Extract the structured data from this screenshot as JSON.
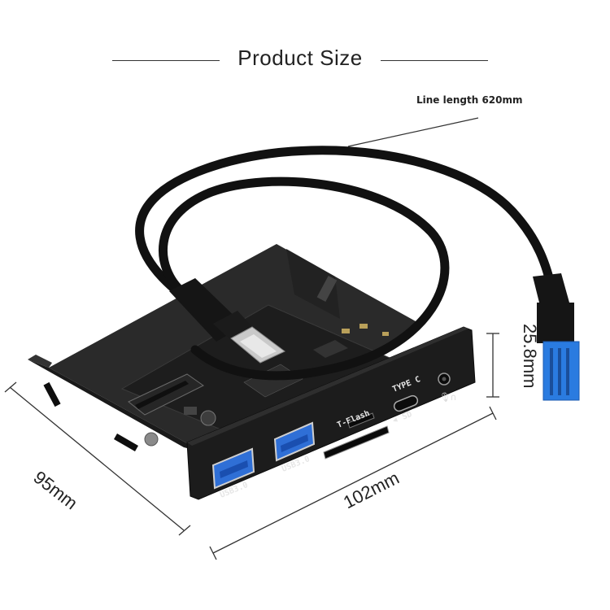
{
  "header": {
    "title": "Product Size"
  },
  "cable": {
    "length_label": "Line length 620mm"
  },
  "dimensions": {
    "depth": "95mm",
    "width": "102mm",
    "height": "25.8mm"
  },
  "panel": {
    "usb_left_label": "USB3.0",
    "usb_right_label": "USB3.0",
    "tflash_label": "T-Flash",
    "typec_label": "TYPE C",
    "sd_label": "SD"
  },
  "colors": {
    "usb_blue": "#2f6fd6",
    "connector_blue": "#2a7be0",
    "device_black": "#1c1c1c"
  }
}
